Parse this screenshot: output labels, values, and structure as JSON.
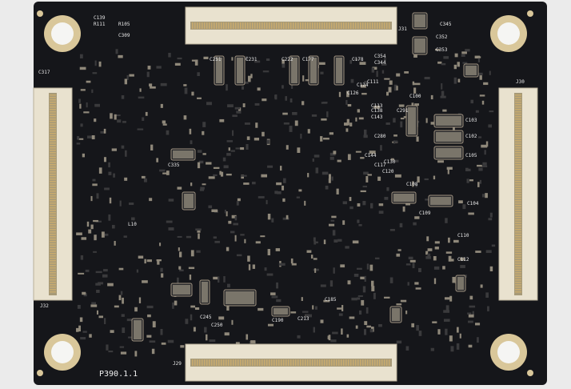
{
  "board": {
    "version_label": "P390.1.1",
    "colors": {
      "background": "#ebebeb",
      "pcb": "#15161a",
      "connector": "#e9e2cf",
      "pad_gold": "#c8ab6e"
    },
    "connectors": [
      {
        "ref": "J31",
        "position": "top"
      },
      {
        "ref": "J29",
        "position": "bottom"
      },
      {
        "ref": "J32",
        "position": "left"
      },
      {
        "ref": "J30",
        "position": "right"
      }
    ],
    "component_refs": [
      "C345",
      "C352",
      "C353",
      "C354",
      "C344",
      "C100",
      "C103",
      "C102",
      "C105",
      "C104",
      "C108",
      "C109",
      "C110",
      "C112",
      "C185",
      "C213",
      "C190",
      "C245",
      "C250",
      "C251",
      "C231",
      "C222",
      "C177",
      "C178",
      "C139",
      "R111",
      "R105",
      "C309",
      "C317",
      "C335",
      "L10",
      "C280",
      "C291",
      "C111",
      "C113",
      "C124",
      "C126",
      "C117",
      "C120",
      "C130",
      "C138",
      "C143",
      "C144"
    ]
  }
}
